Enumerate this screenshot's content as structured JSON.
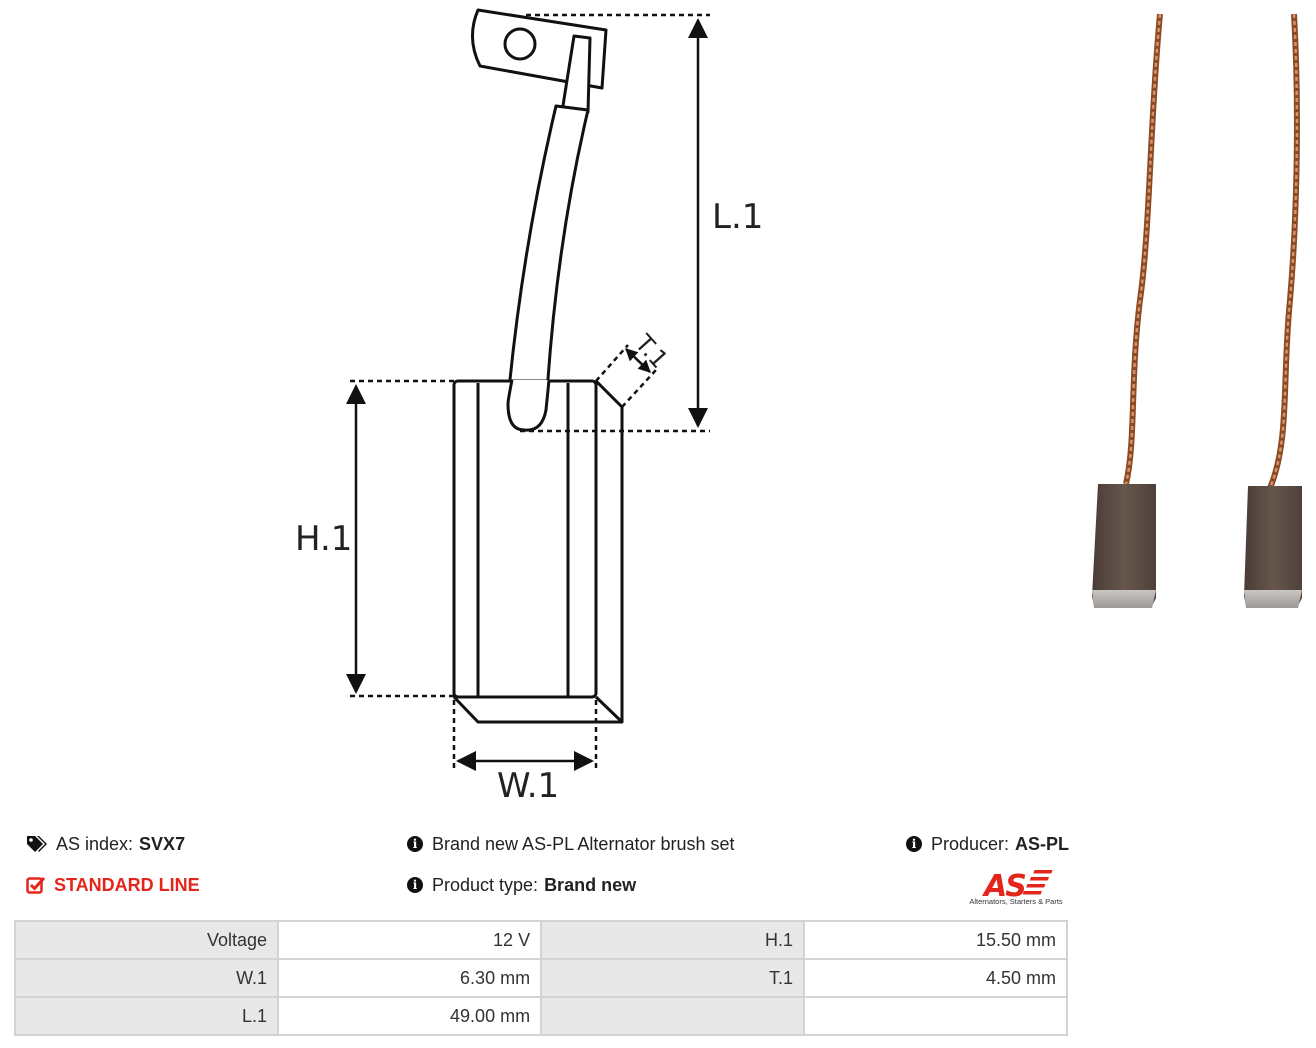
{
  "diagram": {
    "labels": {
      "L1": "L.1",
      "H1": "H.1",
      "W1": "W.1",
      "T1": "T.1"
    }
  },
  "info": {
    "as_index_label": "AS index:",
    "as_index_value": "SVX7",
    "line_label": "STANDARD LINE",
    "description": "Brand new AS-PL Alternator brush set",
    "product_type_label": "Product type:",
    "product_type_value": "Brand new",
    "producer_label": "Producer:",
    "producer_value": "AS-PL"
  },
  "logo": {
    "mark": "AS",
    "tagline": "Alternators, Starters & Parts",
    "color": "#e4251b"
  },
  "specs": [
    {
      "k1": "Voltage",
      "v1": "12 V",
      "k2": "H.1",
      "v2": "15.50 mm"
    },
    {
      "k1": "W.1",
      "v1": "6.30 mm",
      "k2": "T.1",
      "v2": "4.50 mm"
    },
    {
      "k1": "L.1",
      "v1": "49.00 mm",
      "k2": "",
      "v2": ""
    }
  ],
  "colors": {
    "accent": "#e4251b",
    "table_key_bg": "#e8e8e8",
    "table_border": "#d3d3d3",
    "copper": "#b06a3f",
    "carbon": "#5a4a42"
  }
}
